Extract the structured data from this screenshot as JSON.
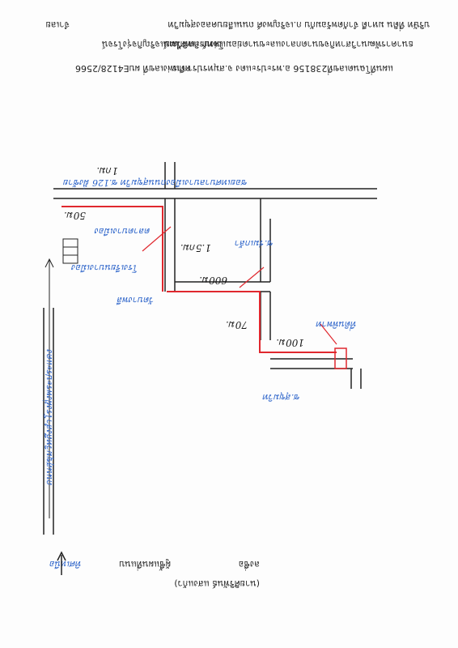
{
  "header": {
    "line1": "แผนที่โฉนดเลขที่238156 อ.พระประแดง จ.สมุทรปราการ",
    "line1_right": "คดีแพ่งเลขที่ ผบE4128/2566",
    "line2_left": "ธนาคารพัฒนาวิสาหกิจขนาดกลางและขนาดย่อมแห่งประเทศไทย",
    "line2_right": "โจทก์ กิตติวัฒน์เจริญกิจรุ่งโรจน์",
    "line3": "บริษัท ที่ดิน มหาดี จำกัดพร้อมกับ ก.เจริญพงศ์ ถนนเลียบคลองสุขุมวิท",
    "line3_right": "จำเลย",
    "footer_sign": "ลงชื่อ",
    "footer_role": "ผู้ชี้แผนที่แนบ",
    "footer_name": "(นายศิริพันธ์ แสงแก้ว)",
    "footer_north": "ทิศเหนือ"
  },
  "labels": {
    "main_road": "ถนนสุขุมวิทถึงสำโรงฝั่งพระประแดง",
    "soi_entry": "ซอยเทศบาลบางเมืองถนนสุขุมวิท ซ.126 ฝั่งซ้าย",
    "dist_1km": "1กม.",
    "dist_50m": "50ม.",
    "market": "ตลาดบางเมือง",
    "school": "โรงเรียนบางเมือง",
    "soi_a": "ซ.ร่มเกล้า",
    "soi_a_dist": "1.5กม.",
    "temple": "วัดบางพลี",
    "dist_600m": "600ม.",
    "dist_70m": "70ม.",
    "dist_100m": "100ม.",
    "soi_b": "ซ.สุขุมวิท",
    "property": "ที่ดินพิพาท"
  },
  "colors": {
    "route": "#e0282e",
    "ink": "#2a62c9",
    "road": "#222222"
  }
}
